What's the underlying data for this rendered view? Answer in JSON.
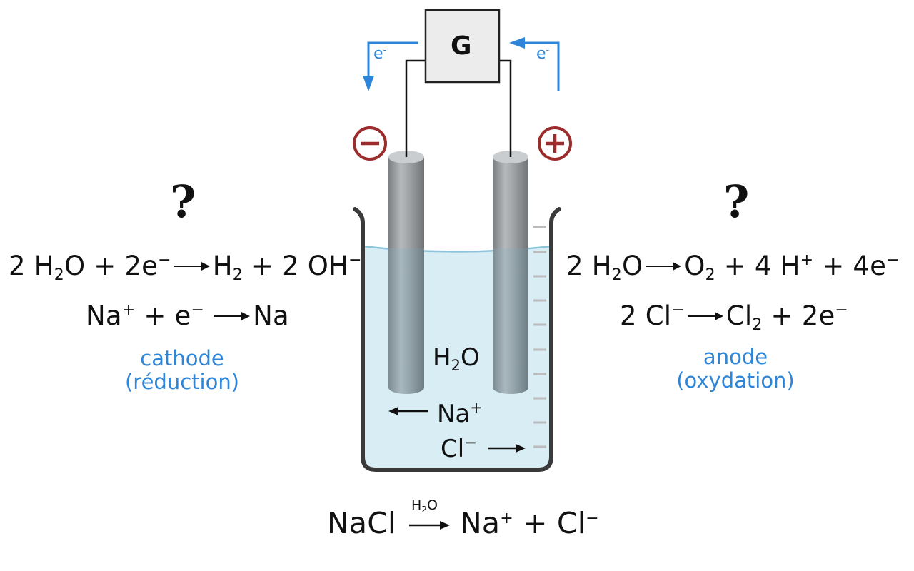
{
  "galvanometer": {
    "label": "G"
  },
  "electron_left": {
    "symbol": "e",
    "charge": "-"
  },
  "electron_right": {
    "symbol": "e",
    "charge": "-"
  },
  "cathode_side": {
    "question": "?",
    "eq1": {
      "a": "2 H",
      "a_sub": "2",
      "b": "O + 2e",
      "b_sup": "−",
      "c": "H",
      "c_sub": "2",
      "d": " + 2 OH",
      "d_sup": "−"
    },
    "eq2": {
      "a": "Na",
      "a_sup": "+",
      "b": " + e",
      "b_sup": "−",
      "c": "Na"
    },
    "label_1": "cathode",
    "label_2": "(réduction)"
  },
  "anode_side": {
    "question": "?",
    "eq1": {
      "a": "2 H",
      "a_sub": "2",
      "b": "O",
      "c": "O",
      "c_sub": "2",
      "d": " + 4 H",
      "d_sup": "+",
      "e": " + 4e",
      "e_sup": "−"
    },
    "eq2": {
      "a": "2 Cl",
      "a_sup": "−",
      "b": "Cl",
      "b_sub": "2",
      "c": " + 2e",
      "c_sup": "−"
    },
    "label_1": "anode",
    "label_2": "(oxydation)"
  },
  "beaker": {
    "water": {
      "a": "H",
      "a_sub": "2",
      "b": "O"
    },
    "na_ion": {
      "a": "Na",
      "a_sup": "+"
    },
    "cl_ion": {
      "a": "Cl",
      "a_sup": "−"
    }
  },
  "dissociation": {
    "a": "NaCl",
    "over_a": "H",
    "over_sub": "2",
    "over_b": "O",
    "b": "Na",
    "b_sup": "+",
    "c": " + Cl",
    "c_sup": "−"
  },
  "colors": {
    "accent_blue": "#2f86d8",
    "polarity_red": "#9b2c2c",
    "solution": "#d8edf4",
    "electrode": "#9aa0a4"
  }
}
